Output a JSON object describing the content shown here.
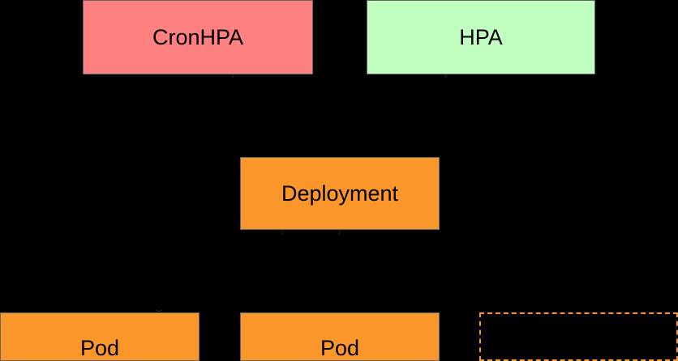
{
  "colors": {
    "background": "#000000",
    "cronhpa_fill": "#ff8080",
    "hpa_fill": "#c0ffc0",
    "deployment_fill": "#fb962a",
    "pod_fill": "#fb962a",
    "placeholder_border": "#fb962a",
    "node_border": "#666666"
  },
  "nodes": {
    "cronhpa": {
      "label": "CronHPA"
    },
    "hpa": {
      "label": "HPA"
    },
    "deployment": {
      "label": "Deployment"
    },
    "pod1": {
      "label": "Pod"
    },
    "pod2": {
      "label": "Pod"
    }
  }
}
